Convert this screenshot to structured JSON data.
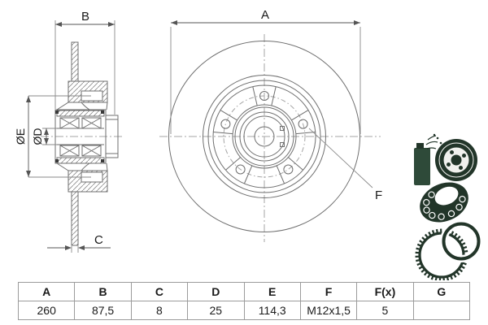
{
  "drawing": {
    "dim_labels": {
      "A": "A",
      "B": "B",
      "C": "C",
      "D": "ØD",
      "E": "ØE",
      "F": "F"
    }
  },
  "icons": {
    "top": "grease-spray-and-hub",
    "middle": "ball-bearing",
    "bottom": "abs-tone-ring-and-seal"
  },
  "table": {
    "headers": [
      "A",
      "B",
      "C",
      "D",
      "E",
      "F",
      "F(x)",
      "G"
    ],
    "values": [
      "260",
      "87,5",
      "8",
      "25",
      "114,3",
      "M12x1,5",
      "5",
      ""
    ]
  },
  "colors": {
    "drawing_line": "#6f6f6f",
    "centerline": "#a5a5a5",
    "dimension_text": "#1a1a1a",
    "icon_dark_green": "#223529",
    "table_border": "#9b9b9b",
    "background": "#ffffff"
  }
}
